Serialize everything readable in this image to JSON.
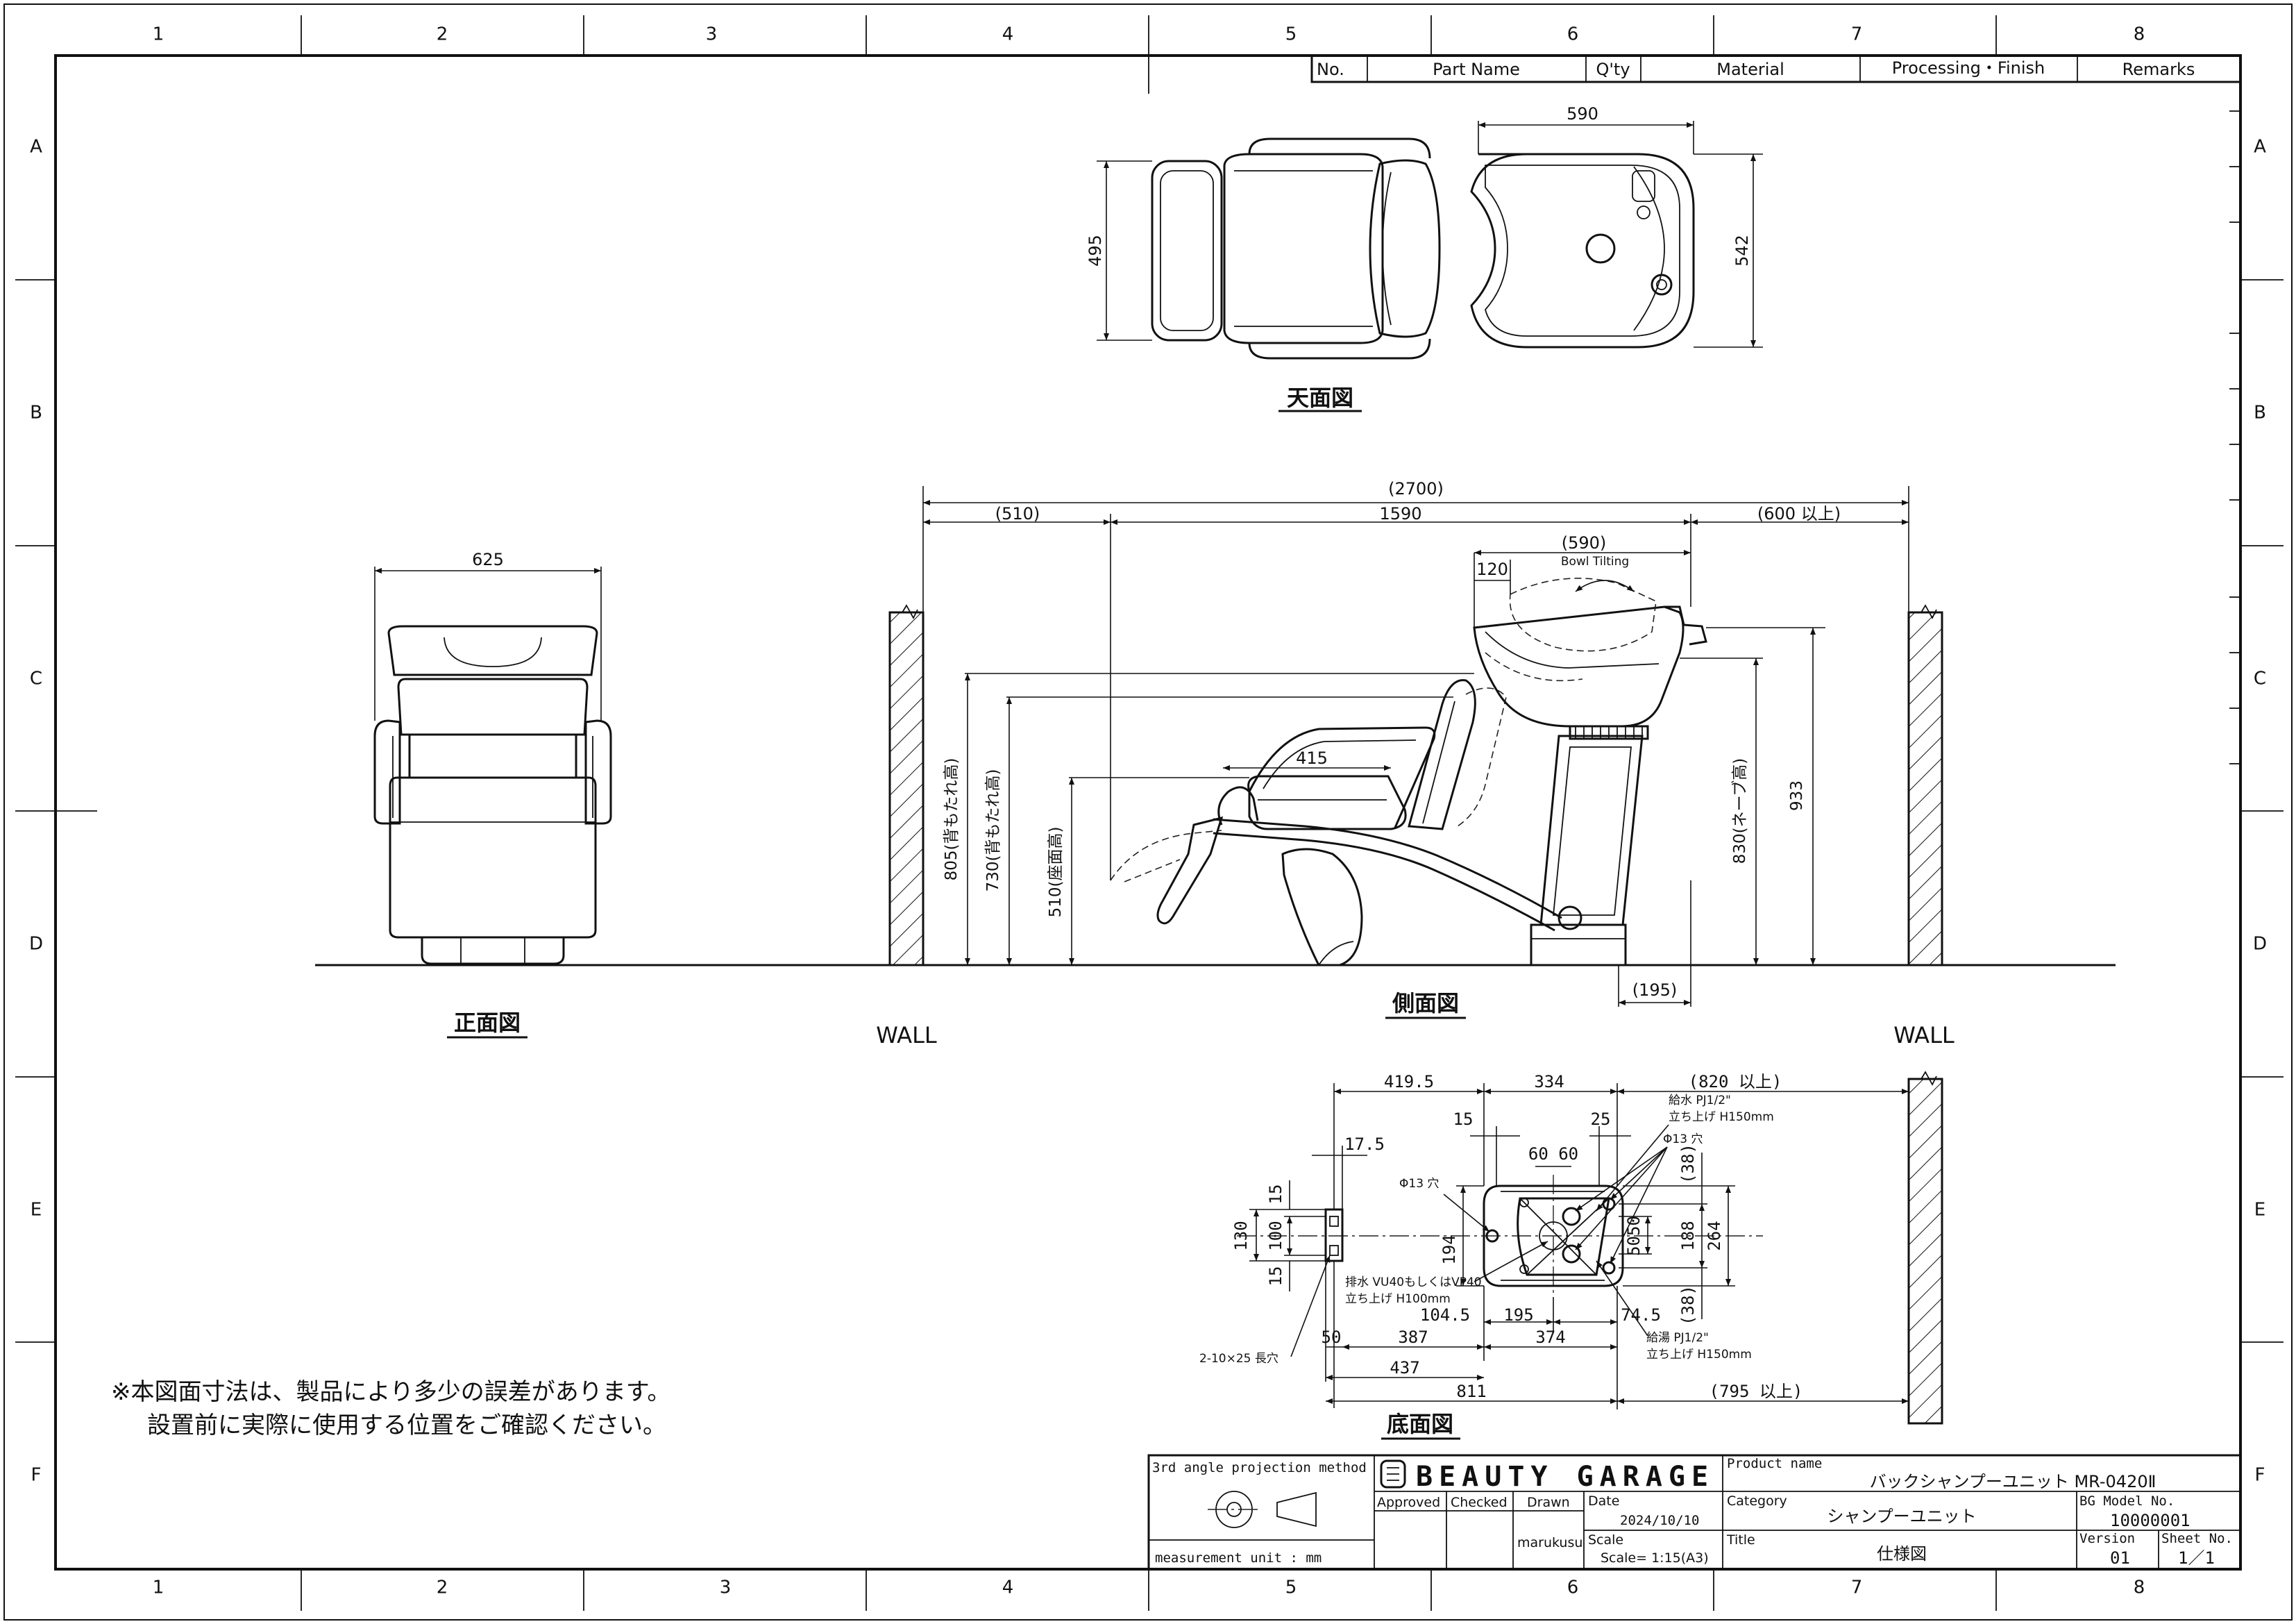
{
  "grid": {
    "columns": [
      "1",
      "2",
      "3",
      "4",
      "5",
      "6",
      "7",
      "8"
    ],
    "rows": [
      "A",
      "B",
      "C",
      "D",
      "E",
      "F"
    ]
  },
  "parts_header": [
    "No.",
    "Part Name",
    "Q'ty",
    "Material",
    "Processing・Finish",
    "Remarks"
  ],
  "views": {
    "top": {
      "label": "天面図",
      "dims": {
        "width": "590",
        "left_depth": "495",
        "right_depth": "542"
      }
    },
    "front": {
      "label": "正面図",
      "dims": {
        "width": "625"
      }
    },
    "side": {
      "label": "側面図",
      "wall_left": "WALL",
      "wall_right": "WALL",
      "dims": {
        "overall": "(2700)",
        "left_clear": "(510)",
        "body": "1590",
        "right_clear": "(600 以上)",
        "bowl": "(590)",
        "bowl_offset": "120",
        "bowl_tilting": "Bowl Tilting",
        "seat_depth": "415",
        "back_805": "805(背もたれ高)",
        "back_730": "730(背もたれ高)",
        "seat_510": "510(座面高)",
        "neck_830": "830(ネーブ高)",
        "height_933": "933",
        "base_195": "(195)"
      }
    },
    "bottom": {
      "label": "底面図",
      "dims": {
        "d419": "419.5",
        "d334": "334",
        "d820": "(820 以上)",
        "d17": "17.5",
        "d15a": "15",
        "d25": "25",
        "d6060": "60 60",
        "d38a": "(38)",
        "d38b": "(38)",
        "d15b": "15",
        "d130": "130",
        "d100": "100",
        "d15c": "15",
        "d194": "194",
        "d5050": "5050",
        "d188": "188",
        "d264": "264",
        "d104": "104.5",
        "d195": "195",
        "d74": "74.5",
        "d50": "50",
        "d387": "387",
        "d374": "374",
        "d437": "437",
        "d811": "811",
        "d795": "(795 以上)"
      },
      "notes": {
        "phi13_left": "Φ13 穴",
        "phi13_right": "Φ13 穴",
        "supply_water": "給水 PJ1/2\"",
        "supply_water_rise": "立ち上げ H150mm",
        "drain": "排水 VU40もしくはVP40",
        "drain_rise": "立ち上げ H100mm",
        "supply_hot": "給湯 PJ1/2\"",
        "supply_hot_rise": "立ち上げ H150mm",
        "slot": "2-10×25 長穴"
      }
    }
  },
  "note_lines": [
    "※本図面寸法は、製品により多少の誤差があります。",
    "設置前に実際に使用する位置をご確認ください。"
  ],
  "title_block": {
    "projection": "3rd angle projection method",
    "unit": "measurement unit : mm",
    "brand": "BEAUTY GARAGE",
    "product_name_label": "Product name",
    "product_name": "バックシャンプーユニット MR-0420Ⅱ",
    "approved": "Approved",
    "checked": "Checked",
    "drawn": "Drawn",
    "drawn_by": "marukusu",
    "date_label": "Date",
    "date": "2024/10/10",
    "scale_label": "Scale",
    "scale": "Scale= 1:15(A3)",
    "category_label": "Category",
    "category": "シャンプーユニット",
    "title_label": "Title",
    "title": "仕様図",
    "model_label": "BG Model No.",
    "model": "10000001",
    "version_label": "Version",
    "version": "01",
    "sheet_label": "Sheet No.",
    "sheet": "1／1"
  }
}
